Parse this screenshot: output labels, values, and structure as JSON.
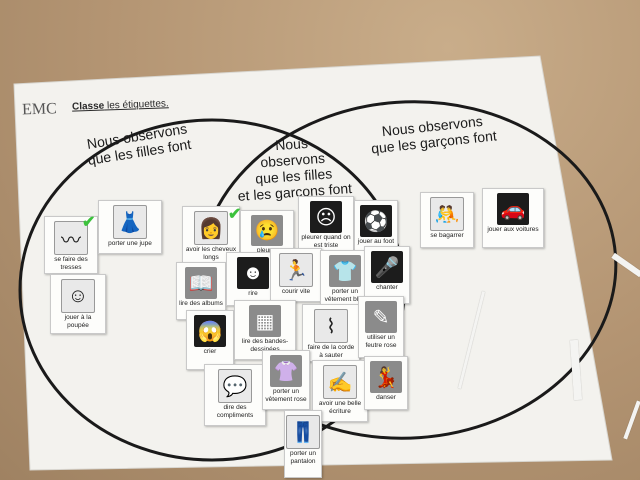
{
  "header": {
    "logo_text": "EMC",
    "instruction_bold": "Classe",
    "instruction_rest": " les étiquettes."
  },
  "titles": {
    "left": [
      "Nous observons",
      "que les filles font"
    ],
    "middle": [
      "Nous",
      "observons",
      "que les filles",
      "et les garçons font"
    ],
    "right": [
      "Nous observons",
      "que les garçons font"
    ]
  },
  "cards": {
    "tresses": "se faire des tresses",
    "jupe": "porter une jupe",
    "poupee": "jouer à la poupée",
    "cheveux": "avoir les cheveux longs",
    "pleurer": "pleurer",
    "triste": "pleurer quand on est triste",
    "foot": "jouer au foot",
    "bagarrer": "se bagarrer",
    "voitures": "jouer aux voitures",
    "albums": "lire des albums",
    "rire": "rire",
    "courir": "courir vite",
    "bleu": "porter un vêtement bleu",
    "chanter": "chanter",
    "crier": "crier",
    "bd": "lire des bandes-dessinées",
    "corde": "faire de la corde à sauter",
    "feutre": "utiliser un feutre rose",
    "compliments": "dire des compliments",
    "rose": "porter un vêtement rose",
    "ecriture": "avoir une belle écriture",
    "danser": "danser",
    "pantalon": "porter un pantalon"
  },
  "icons": {
    "check_color": "#3cc23c"
  }
}
